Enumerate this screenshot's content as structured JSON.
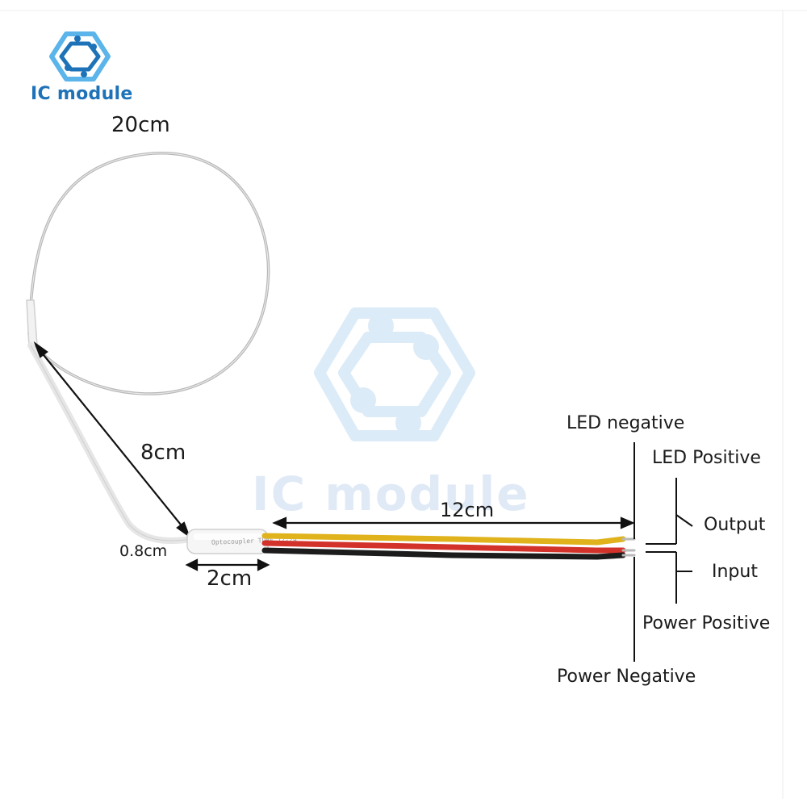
{
  "brand": {
    "logo_text": "IC module",
    "watermark_text": "IC module",
    "logo_color": "#1e72b8",
    "logo_light_color": "#5bb4ea",
    "watermark_color": "#dfeaf6",
    "icon": "hexagon-circuit-icon"
  },
  "dimensions": {
    "loop": "20cm",
    "lead": "8cm",
    "module_height": "0.8cm",
    "module_width": "2cm",
    "cable": "12cm"
  },
  "pins": {
    "led_negative": "LED negative",
    "led_positive": "LED Positive",
    "output": "Output",
    "input": "Input",
    "power_positive": "Power Positive",
    "power_negative": "Power Negative"
  },
  "module_print": "Optocoupler TUBE 12-24",
  "wire_colors": {
    "yellow": "#e0b21c",
    "red": "#d2322a",
    "black": "#1c1c1c"
  }
}
